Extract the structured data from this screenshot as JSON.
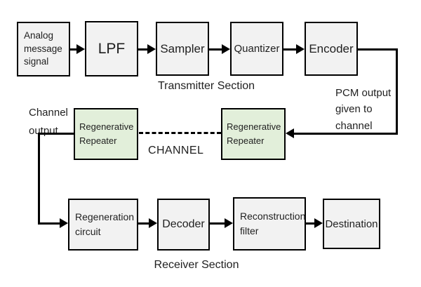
{
  "blocks": {
    "analog_source": "Analog\nmessage\nsignal",
    "lpf": "LPF",
    "sampler": "Sampler",
    "quantizer": "Quantizer",
    "encoder": "Encoder",
    "repeater_left": "Regenerative\nRepeater",
    "repeater_right": "Regenerative\nRepeater",
    "regeneration_circuit": "Regeneration\ncircuit",
    "decoder": "Decoder",
    "reconstruction_filter": "Reconstruction\nfilter",
    "destination": "Destination"
  },
  "labels": {
    "transmitter_section": "Transmitter Section",
    "receiver_section": "Receiver Section",
    "channel": "CHANNEL",
    "channel_output": "Channel\noutput",
    "pcm_note": "PCM output\ngiven to\nchannel"
  },
  "colors": {
    "background": "#ffffff",
    "block_fill": "#f2f2f2",
    "repeater_fill": "#e2efda",
    "border": "#000000",
    "text": "#1f1f1f"
  }
}
